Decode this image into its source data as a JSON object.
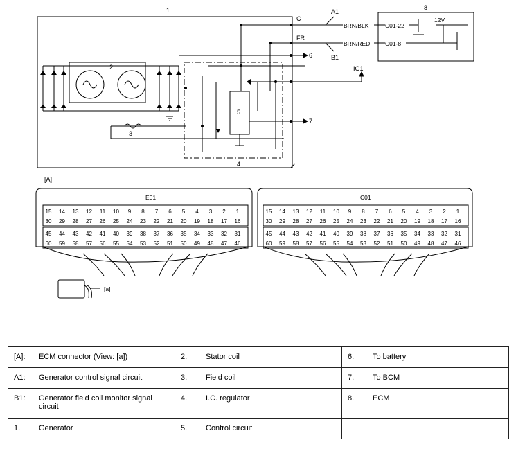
{
  "diagram": {
    "callouts": {
      "one": "1",
      "two": "2",
      "three": "3",
      "four": "4",
      "five": "5",
      "six": "6",
      "seven": "7",
      "eight": "8"
    },
    "terminals": {
      "c": "C",
      "fr": "FR",
      "a1": "A1",
      "b1": "B1",
      "ig1": "IG1"
    },
    "wires": {
      "brn_blk": "BRN/BLK",
      "brn_red": "BRN/RED",
      "c01_22": "C01-22",
      "c01_8": "C01-8",
      "v12": "12V"
    },
    "view_tag": "[A]",
    "view_label": "[a]",
    "connectors": [
      {
        "title": "E01"
      },
      {
        "title": "C01"
      }
    ],
    "pin_rows": [
      [
        "15",
        "14",
        "13",
        "12",
        "11",
        "10",
        "9",
        "8",
        "7",
        "6",
        "5",
        "4",
        "3",
        "2",
        "1"
      ],
      [
        "30",
        "29",
        "28",
        "27",
        "26",
        "25",
        "24",
        "23",
        "22",
        "21",
        "20",
        "19",
        "18",
        "17",
        "16"
      ],
      [
        "45",
        "44",
        "43",
        "42",
        "41",
        "40",
        "39",
        "38",
        "37",
        "36",
        "35",
        "34",
        "33",
        "32",
        "31"
      ],
      [
        "60",
        "59",
        "58",
        "57",
        "56",
        "55",
        "54",
        "53",
        "52",
        "51",
        "50",
        "49",
        "48",
        "47",
        "46"
      ]
    ]
  },
  "legend": {
    "rows": [
      [
        {
          "k": "[A]:",
          "v": "ECM connector (View: [a])"
        },
        {
          "k": "2.",
          "v": "Stator coil"
        },
        {
          "k": "6.",
          "v": "To battery"
        }
      ],
      [
        {
          "k": "A1:",
          "v": "Generator control signal circuit"
        },
        {
          "k": "3.",
          "v": "Field coil"
        },
        {
          "k": "7.",
          "v": "To BCM"
        }
      ],
      [
        {
          "k": "B1:",
          "v": "Generator field coil monitor signal circuit"
        },
        {
          "k": "4.",
          "v": "I.C. regulator"
        },
        {
          "k": "8.",
          "v": "ECM"
        }
      ],
      [
        {
          "k": "1.",
          "v": "Generator"
        },
        {
          "k": "5.",
          "v": "Control circuit"
        },
        {
          "k": "",
          "v": ""
        }
      ]
    ]
  }
}
